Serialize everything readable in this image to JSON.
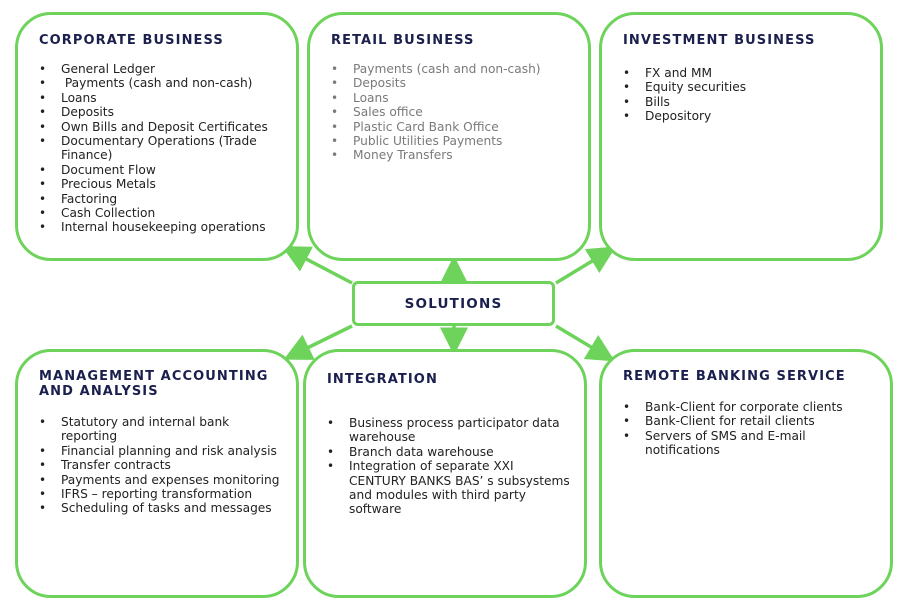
{
  "center": {
    "label": "SOLUTIONS"
  },
  "colors": {
    "border": "#6dd35a",
    "heading": "#1a1f4e",
    "text": "#222222",
    "muted_text": "#7a7a7a"
  },
  "boxes": {
    "corporate": {
      "title": "CORPORATE BUSINESS",
      "items": [
        "General Ledger",
        " Payments (cash and non-cash)",
        "Loans",
        "Deposits",
        "Own Bills and Deposit Certificates",
        "Documentary Operations (Trade Finance)",
        "Document Flow",
        "Precious Metals",
        "Factoring",
        "Cash Collection",
        "Internal housekeeping operations"
      ]
    },
    "retail": {
      "title": "RETAIL BUSINESS",
      "items": [
        "Payments (cash and non-cash)",
        "Deposits",
        "Loans",
        "Sales office",
        "Plastic Card Bank Office",
        "Public Utilities Payments",
        "Money Transfers"
      ]
    },
    "investment": {
      "title": "INVESTMENT BUSINESS",
      "items": [
        "FX and MM",
        "Equity securities",
        "Bills",
        "Depository"
      ]
    },
    "management": {
      "title": "MANAGEMENT ACCOUNTING AND ANALYSIS",
      "items": [
        "Statutory and internal bank reporting",
        "Financial planning and risk analysis",
        "Transfer contracts",
        "Payments and expenses monitoring",
        "IFRS – reporting transformation",
        "Scheduling of tasks and messages"
      ]
    },
    "integration": {
      "title": "INTEGRATION",
      "items": [
        "Business process participator data warehouse",
        "Branch data warehouse",
        "Integration of separate XXI CENTURY BANKS BAS’ s subsystems and modules with third party software"
      ]
    },
    "remote": {
      "title": "REMOTE BANKING SERVICE",
      "items": [
        "Bank-Client for corporate clients",
        "Bank-Client for retail clients",
        "Servers of SMS and E-mail notifications"
      ]
    }
  }
}
